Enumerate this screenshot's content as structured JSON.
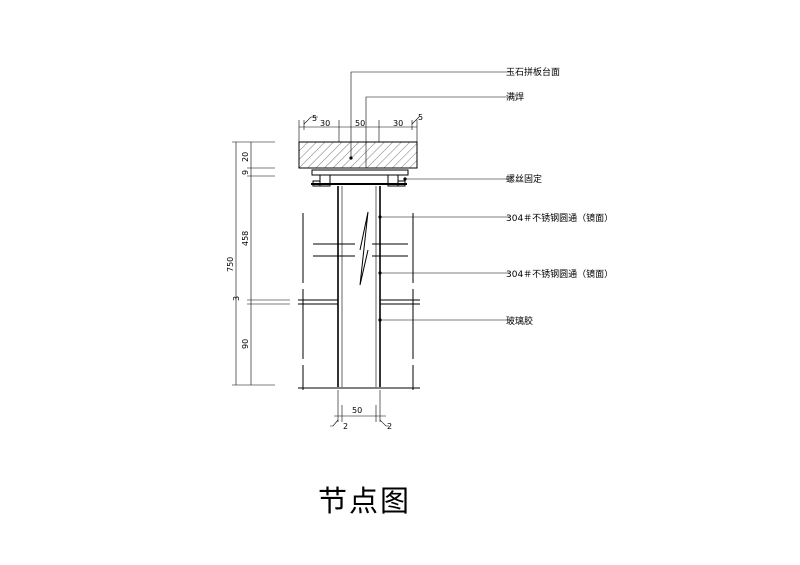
{
  "title": "节点图",
  "callouts": {
    "top": "玉石拼板台面",
    "weld": "满焊",
    "screw": "螺丝固定",
    "tube1": "304＃不锈钢圆通（镜面）",
    "tube2": "304＃不锈钢圆通（镜面）",
    "glue": "玻璃胶"
  },
  "dims": {
    "top": [
      "5",
      "30",
      "50",
      "30",
      "5"
    ],
    "left_total": "750",
    "left": [
      "20",
      "9",
      "458",
      "3",
      "90"
    ],
    "bottom": [
      "50",
      "2",
      "2"
    ]
  }
}
